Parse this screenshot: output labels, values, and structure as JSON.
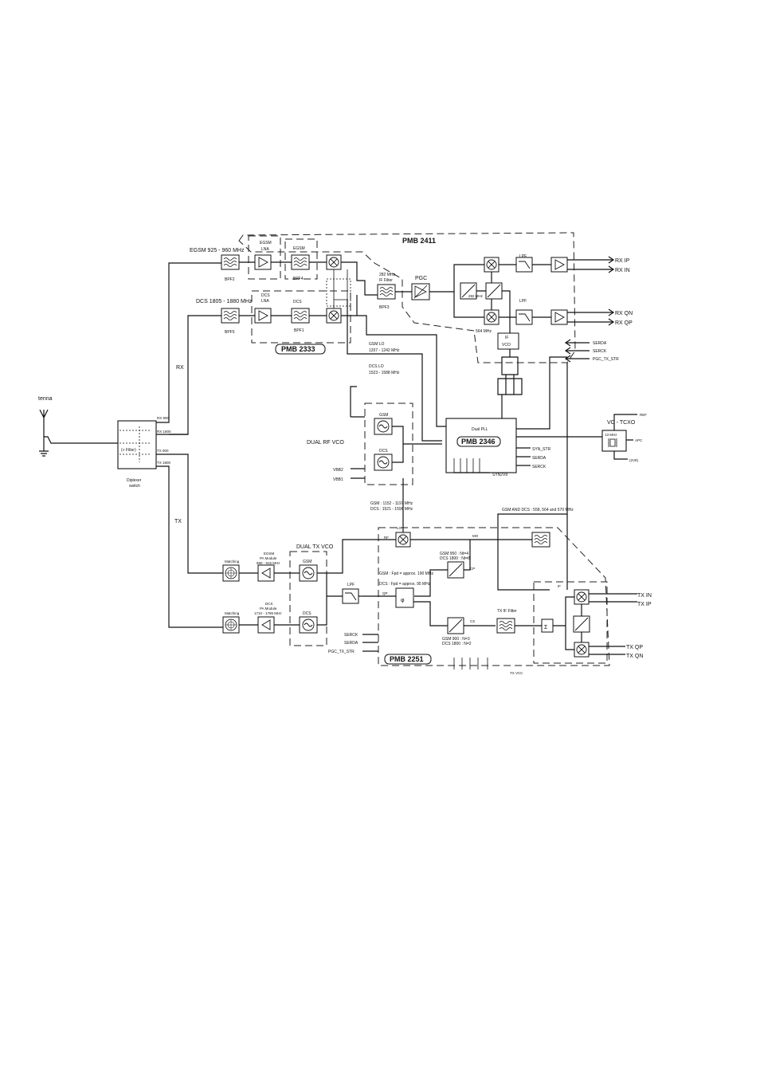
{
  "labels": {
    "pmb2411": "PMB 2411",
    "pmb2333": "PMB 2333",
    "pmb2346": "PMB 2346",
    "pmb2251": "PMB 2251",
    "egsm_band": "EGSM 925 - 960 MHz",
    "dcs_band": "DCS 1805 - 1880 MHz",
    "egsm_lna_1": "EGSM",
    "egsm_lna_2": "LNA",
    "dcs_lna_1": "DCS",
    "dcs_lna_2": "LNA",
    "egsm_filter": "EGSM",
    "dcs_filter": "DCS",
    "bpf1": "BPF1",
    "bpf2": "BPF2",
    "bpf3": "BPF3",
    "bpf4": "BPF4",
    "bpf5": "BPF5",
    "if_filter_1": "282 MHz",
    "if_filter_2": "IF Filter",
    "pgc": "PGC",
    "lpf_i": "LPF",
    "lpf_q": "LPF",
    "lpf_tx": "LPF",
    "if282": "282 MHz",
    "if564": "564 MHz",
    "rx_ip": "RX IP",
    "rx_in": "RX IN",
    "rx_qn": "RX QN",
    "rx_qp": "RX QP",
    "serda": "SERDA",
    "serck": "SERCK",
    "pgc_tx_str": "PGC_TX_STR",
    "if_vco_1": "IF",
    "if_vco_2": "VCO",
    "gsm_lo_1": "GSM LO",
    "gsm_lo_2": "1207 - 1242 MHz",
    "dcs_lo_1": "DCS LO",
    "dcs_lo_2": "1523 - 1588 MHz",
    "antenna": "tenna",
    "rx": "RX",
    "tx": "TX",
    "rx900": "RX 900",
    "rx1800": "RX 1800",
    "tx900": "TX 900",
    "tx1800": "TX 1800",
    "filter_note": "(+ Filter)",
    "diplexer_1": "Diplexer",
    "diplexer_2": "switch",
    "dual_rf_vco": "DUAL RF VCO",
    "gsm": "GSM",
    "dcs": "DCS",
    "vbb2": "VBB2",
    "vbb1": "VBB1",
    "dual_pll": "Dual PLL",
    "syn_str": "SYN_STR",
    "syn2v8": "SYN2V8",
    "vc_tcxo": "VC - TCXO",
    "tcxo_freq": "13 MHz",
    "ref": "REF",
    "apc": "APC",
    "v2v8": "(2V8)",
    "rf_tx_range_1": "GSM  : 1152 - 1197 MHz",
    "rf_tx_range_2": "DCS  : 1521 - 1596 MHz",
    "gsm_dcs_if": "GSM AND DCS : 558, 564 and 570 MHz",
    "dual_tx_vco": "DUAL TX VCO",
    "matching_1": "Matching",
    "matching_2": "Matching",
    "pa_egsm_1": "EGSM",
    "pa_egsm_2": "PA Module",
    "pa_egsm_3": "880 - 915 MHz",
    "pa_dcs_1": "DCS",
    "pa_dcs_2": "PA Module",
    "pa_dcs_3": "1710 - 1785 MHz",
    "pin_rf": "RF",
    "pin_lo": "LO",
    "pin_mo": "MO",
    "pin_if": "IF",
    "pin_qp": "QP",
    "pin_cp": "CP",
    "pin_cs": "CS",
    "pfd_note_1": "GSM : Fpd = approx. 190 MHz",
    "pfd_note_2": "DCS : Fpd = approx. 95 MHz",
    "div_top_1": "GSM 950 : Nt=4",
    "div_top_2": "DCS 1800 : Nt=8",
    "div_bot_1": "GSM 900 : N=3",
    "div_bot_2": "DCS 1800 : N=2",
    "tx_if_filter": "TX IF Filter",
    "tx_in": "TX IN",
    "tx_ip": "TX IP",
    "tx_qp": "TX QP",
    "tx_qn": "TX QN",
    "tx_vcc": "TX VCC",
    "phi_symbol": "φ",
    "sigma_symbol": "Σ"
  },
  "icons": [
    "antenna-icon",
    "ground-icon",
    "mixer-icon",
    "amplifier-icon",
    "bandpass-filter-icon",
    "lowpass-filter-icon",
    "oscillator-icon",
    "crystal-icon",
    "phase-detector-icon",
    "divider-icon",
    "summer-icon"
  ]
}
